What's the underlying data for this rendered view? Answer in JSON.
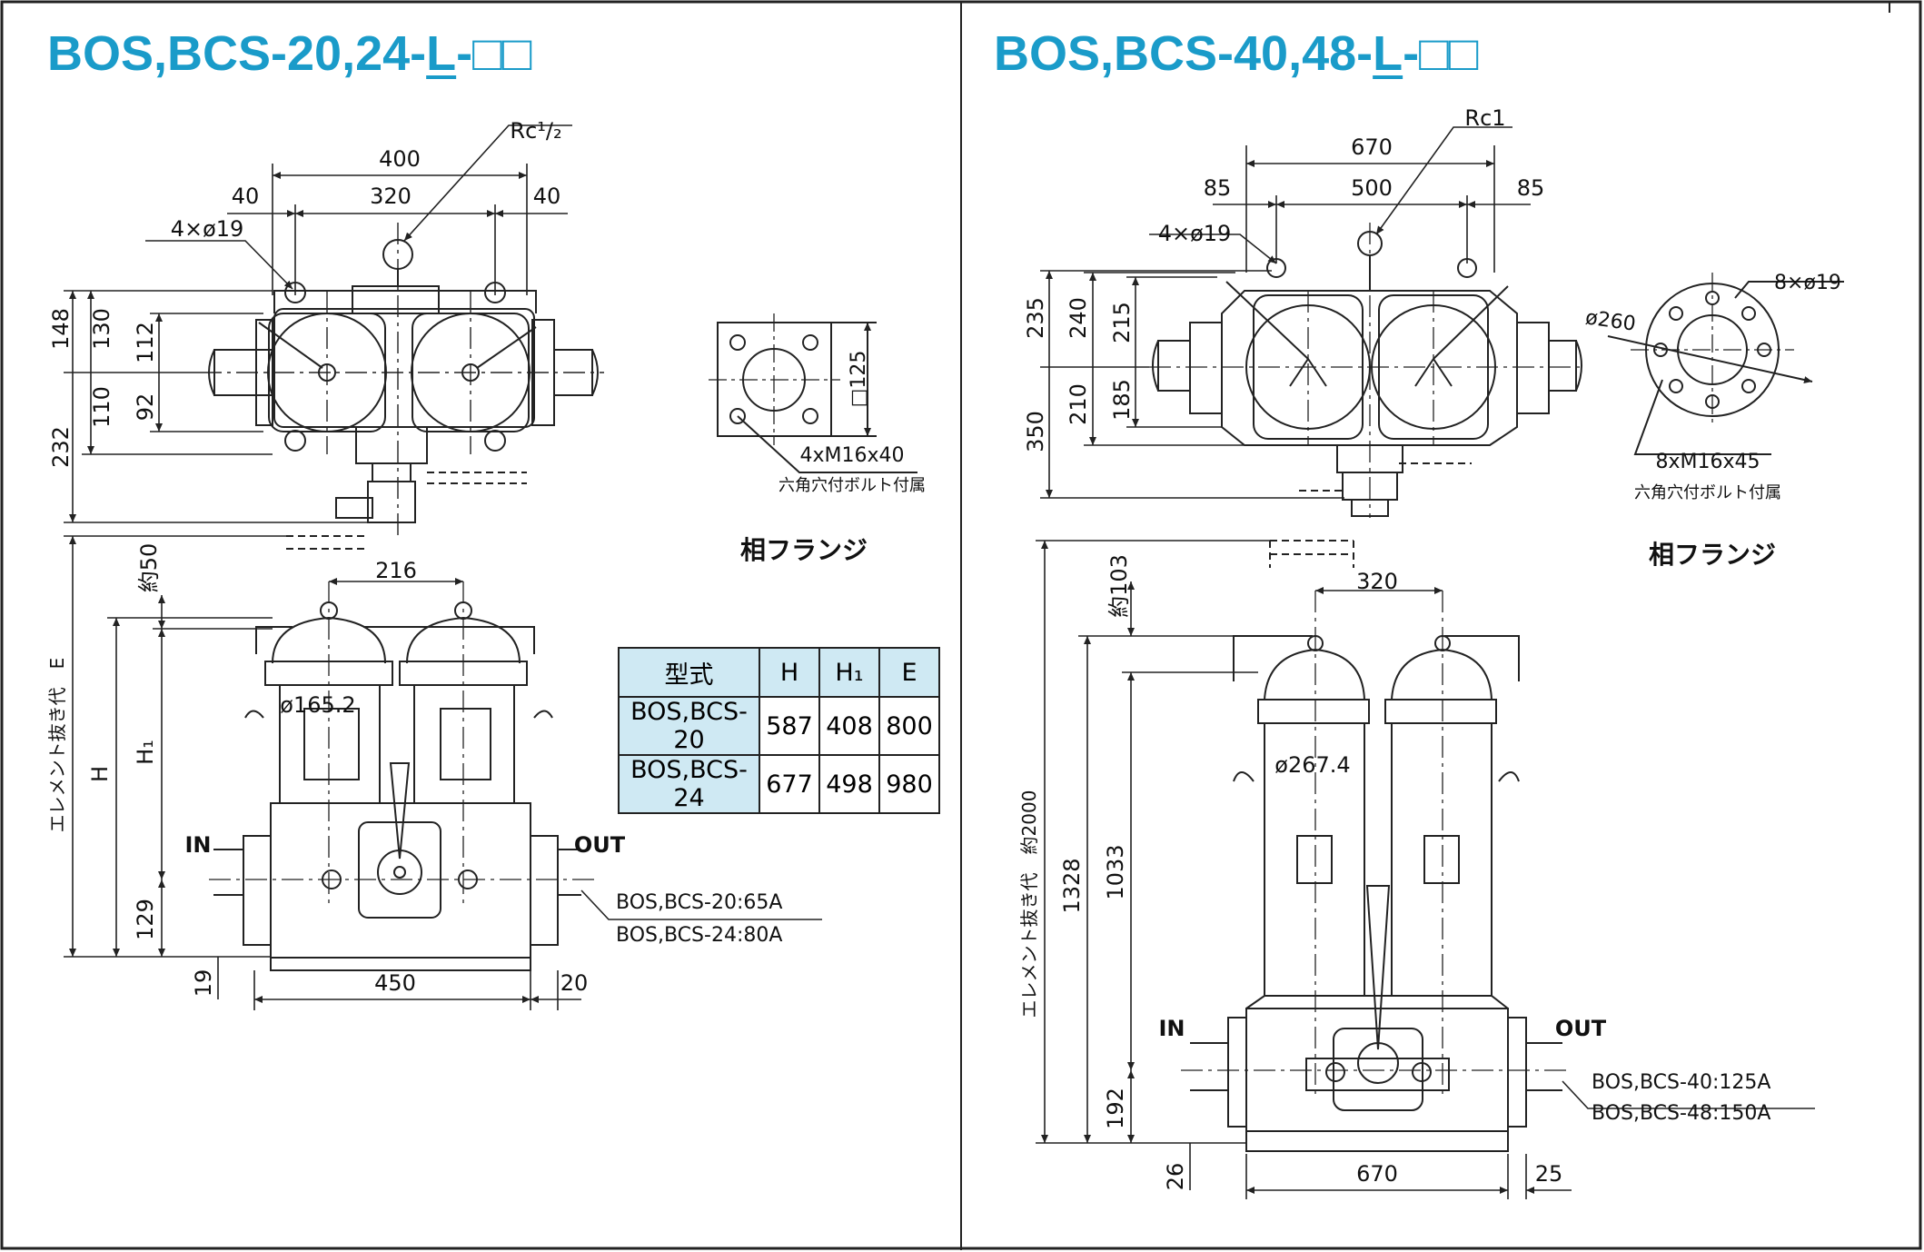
{
  "left": {
    "title_prefix": "BOS,BCS-20,24-",
    "title_mid": "L",
    "title_suffix": "-□□",
    "dims": {
      "d400": "400",
      "d40a": "40",
      "d320": "320",
      "d40b": "40",
      "port": "Rc¹/₂",
      "holes": "4×ø19",
      "d148": "148",
      "d130": "130",
      "d112": "112",
      "d232": "232",
      "d110": "110",
      "d92": "92",
      "d216": "216",
      "approx50": "約50",
      "d165": "ø165.2",
      "E": "エレメント抜き代　E",
      "H": "H",
      "H1": "H₁",
      "d129": "129",
      "d19": "19",
      "d450": "450",
      "d20": "20",
      "in": "IN",
      "out": "OUT",
      "size1": "BOS,BCS-20:65A",
      "size2": "BOS,BCS-24:80A"
    },
    "flange": {
      "d125": "□125",
      "bolts": "4xM16x40",
      "note": "六角穴付ボルト付属",
      "label": "相フランジ"
    },
    "table": {
      "headers": [
        "型式",
        "H",
        "H₁",
        "E"
      ],
      "rows": [
        [
          "BOS,BCS-20",
          "587",
          "408",
          "800"
        ],
        [
          "BOS,BCS-24",
          "677",
          "498",
          "980"
        ]
      ]
    }
  },
  "right": {
    "title_prefix": "BOS,BCS-40,48-",
    "title_mid": "L",
    "title_suffix": "-□□",
    "dims": {
      "d670": "670",
      "d85a": "85",
      "d500": "500",
      "d85b": "85",
      "port": "Rc1",
      "holes": "4×ø19",
      "d235": "235",
      "d240": "240",
      "d215": "215",
      "d350": "350",
      "d210": "210",
      "d185": "185",
      "approx103": "約103",
      "d320": "320",
      "d267": "ø267.4",
      "E": "エレメント抜き代　約2000",
      "d1328": "1328",
      "d1033": "1033",
      "d192": "192",
      "d26": "26",
      "d670b": "670",
      "d25": "25",
      "in": "IN",
      "out": "OUT",
      "size1": "BOS,BCS-40:125A",
      "size2": "BOS,BCS-48:150A"
    },
    "flange": {
      "d260": "ø260",
      "holes": "8×ø19",
      "bolts": "8xM16x45",
      "note": "六角穴付ボルト付属",
      "label": "相フランジ"
    }
  },
  "colors": {
    "title": "#1a9bc9",
    "table_header": "#cfe9f3",
    "line": "#222222"
  }
}
